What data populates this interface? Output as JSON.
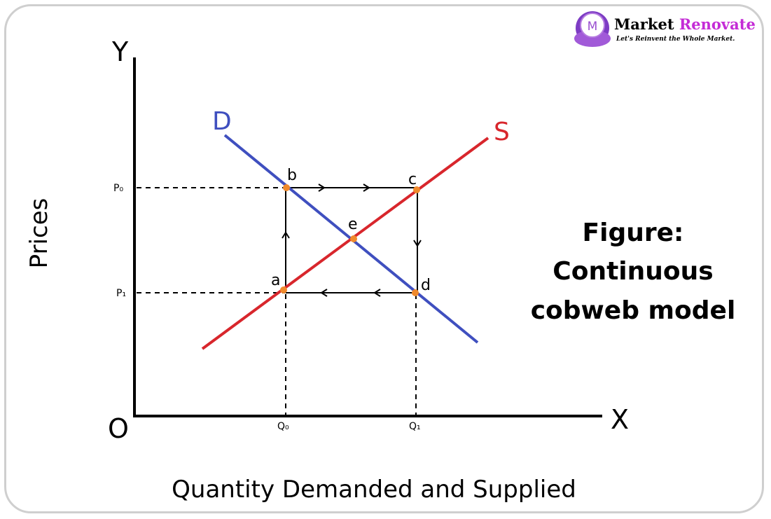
{
  "colors": {
    "demand": "#3f4fbf",
    "supply": "#d8262c",
    "point": "#f08a2c",
    "axis": "#000000",
    "brand_accent": "#c42bd6"
  },
  "brand": {
    "logo_letter": "M",
    "name_part1": "Market",
    "name_part2": "Renovate",
    "tagline": "Let's Reinvent the Whole Market."
  },
  "axes": {
    "y_letter": "Y",
    "x_letter": "X",
    "origin": "O",
    "y_title": "Prices",
    "x_title": "Quantity Demanded and Supplied"
  },
  "ticks": {
    "p0": "P₀",
    "p1": "P₁",
    "q0": "Q₀",
    "q1": "Q₁"
  },
  "curves": {
    "demand": "D",
    "supply": "S"
  },
  "points": {
    "a": "a",
    "b": "b",
    "c": "c",
    "d": "d",
    "e": "e"
  },
  "figure_title": {
    "line1": "Figure:",
    "line2": "Continuous",
    "line3": "cobweb model"
  }
}
